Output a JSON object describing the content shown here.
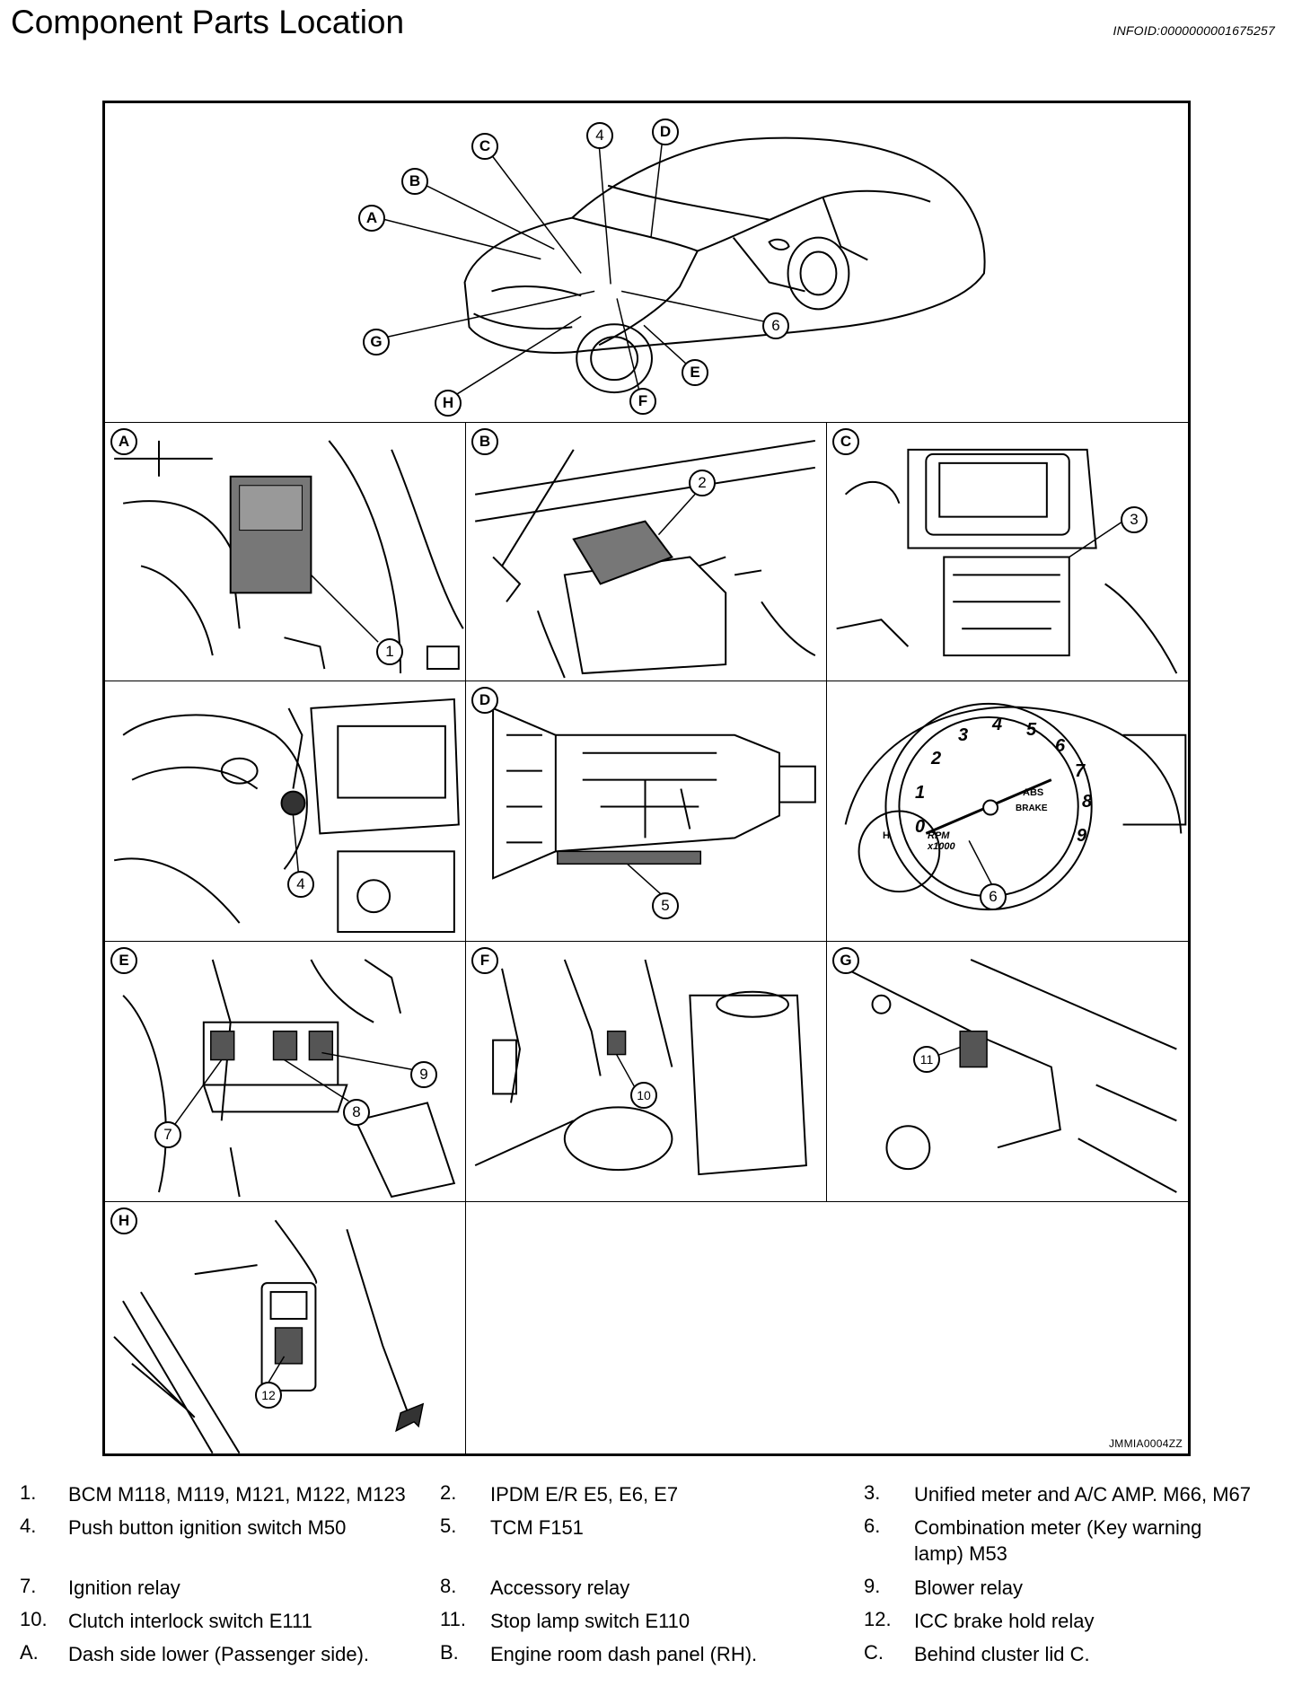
{
  "page": {
    "title": "Component Parts Location",
    "info_id": "INFOID:0000000001675257"
  },
  "figure": {
    "code": "JMMIA0004ZZ",
    "overview_labels": [
      "A",
      "B",
      "C",
      "D",
      "E",
      "F",
      "G",
      "H",
      "4",
      "6"
    ],
    "panels": [
      {
        "label": "A",
        "callouts": [
          "1"
        ]
      },
      {
        "label": "B",
        "callouts": [
          "2"
        ]
      },
      {
        "label": "C",
        "callouts": [
          "3"
        ]
      },
      {
        "label": "",
        "callouts": [
          "4"
        ]
      },
      {
        "label": "D",
        "callouts": [
          "5"
        ]
      },
      {
        "label": "",
        "callouts": [
          "6"
        ],
        "gauge_numbers": [
          "1",
          "2",
          "3",
          "4",
          "5",
          "6",
          "7",
          "8",
          "9",
          "0"
        ],
        "gauge_text": [
          "RPM",
          "x1000",
          "ABS",
          "BRAKE",
          "H"
        ]
      },
      {
        "label": "E",
        "callouts": [
          "7",
          "8",
          "9"
        ]
      },
      {
        "label": "F",
        "callouts": [
          "10"
        ]
      },
      {
        "label": "G",
        "callouts": [
          "11"
        ]
      },
      {
        "label": "H",
        "callouts": [
          "12"
        ]
      }
    ]
  },
  "legend": [
    [
      {
        "n": "1.",
        "t": "BCM M118, M119, M121, M122, M123"
      },
      {
        "n": "2.",
        "t": "IPDM E/R E5, E6, E7"
      },
      {
        "n": "3.",
        "t": "Unified meter and A/C AMP. M66, M67"
      }
    ],
    [
      {
        "n": "4.",
        "t": "Push button ignition switch M50"
      },
      {
        "n": "5.",
        "t": "TCM F151"
      },
      {
        "n": "6.",
        "t": "Combination meter (Key warning lamp) M53"
      }
    ],
    [
      {
        "n": "7.",
        "t": "Ignition relay"
      },
      {
        "n": "8.",
        "t": "Accessory relay"
      },
      {
        "n": "9.",
        "t": "Blower relay"
      }
    ],
    [
      {
        "n": "10.",
        "t": "Clutch interlock switch E111"
      },
      {
        "n": "11.",
        "t": "Stop lamp switch E110"
      },
      {
        "n": "12.",
        "t": "ICC brake hold relay"
      }
    ],
    [
      {
        "n": "A.",
        "t": "Dash side lower (Passenger side)."
      },
      {
        "n": "B.",
        "t": "Engine room dash panel (RH)."
      },
      {
        "n": "C.",
        "t": "Behind cluster lid C."
      }
    ]
  ]
}
